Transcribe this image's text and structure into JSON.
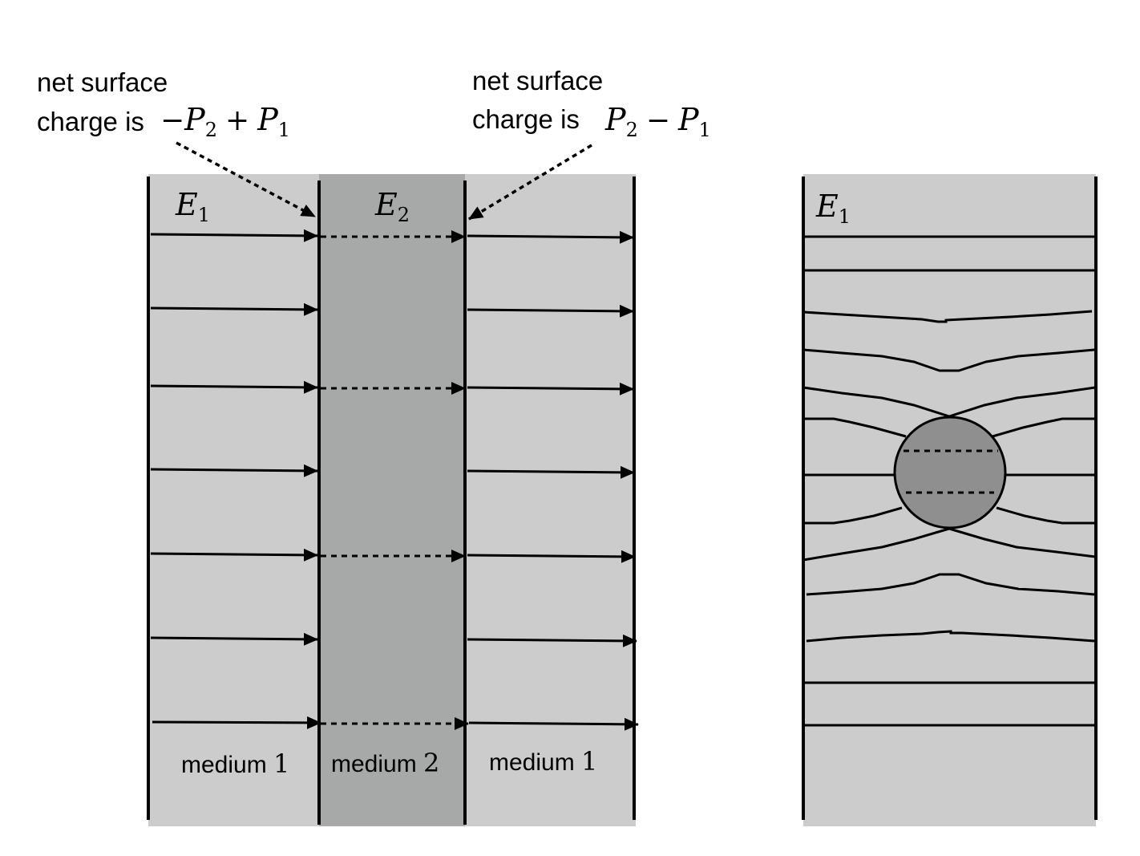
{
  "annotations": {
    "left": {
      "line1": "net surface",
      "line2": "charge is"
    },
    "right": {
      "line1": "net surface",
      "line2": "charge is"
    }
  },
  "math": {
    "left_charge": {
      "minus": "−",
      "p2": "P",
      "p2_sub": "2",
      "plus": "+",
      "p1": "P",
      "p1_sub": "1"
    },
    "right_charge": {
      "p2": "P",
      "p2_sub": "2",
      "minus": "−",
      "p1": "P",
      "p1_sub": "1"
    },
    "field_e1": {
      "sym": "E",
      "sub": "1"
    },
    "field_e2": {
      "sym": "E",
      "sub": "2"
    },
    "field_e1_right": {
      "sym": "E",
      "sub": "1"
    }
  },
  "media": [
    {
      "word": "medium",
      "num": "1"
    },
    {
      "word": "medium",
      "num": "2"
    },
    {
      "word": "medium",
      "num": "1"
    }
  ],
  "colors": {
    "medium1_fill": "#cccccc",
    "medium2_fill": "#a6a9a8",
    "sphere_fill": "#8f8f8f",
    "line": "#000000"
  }
}
